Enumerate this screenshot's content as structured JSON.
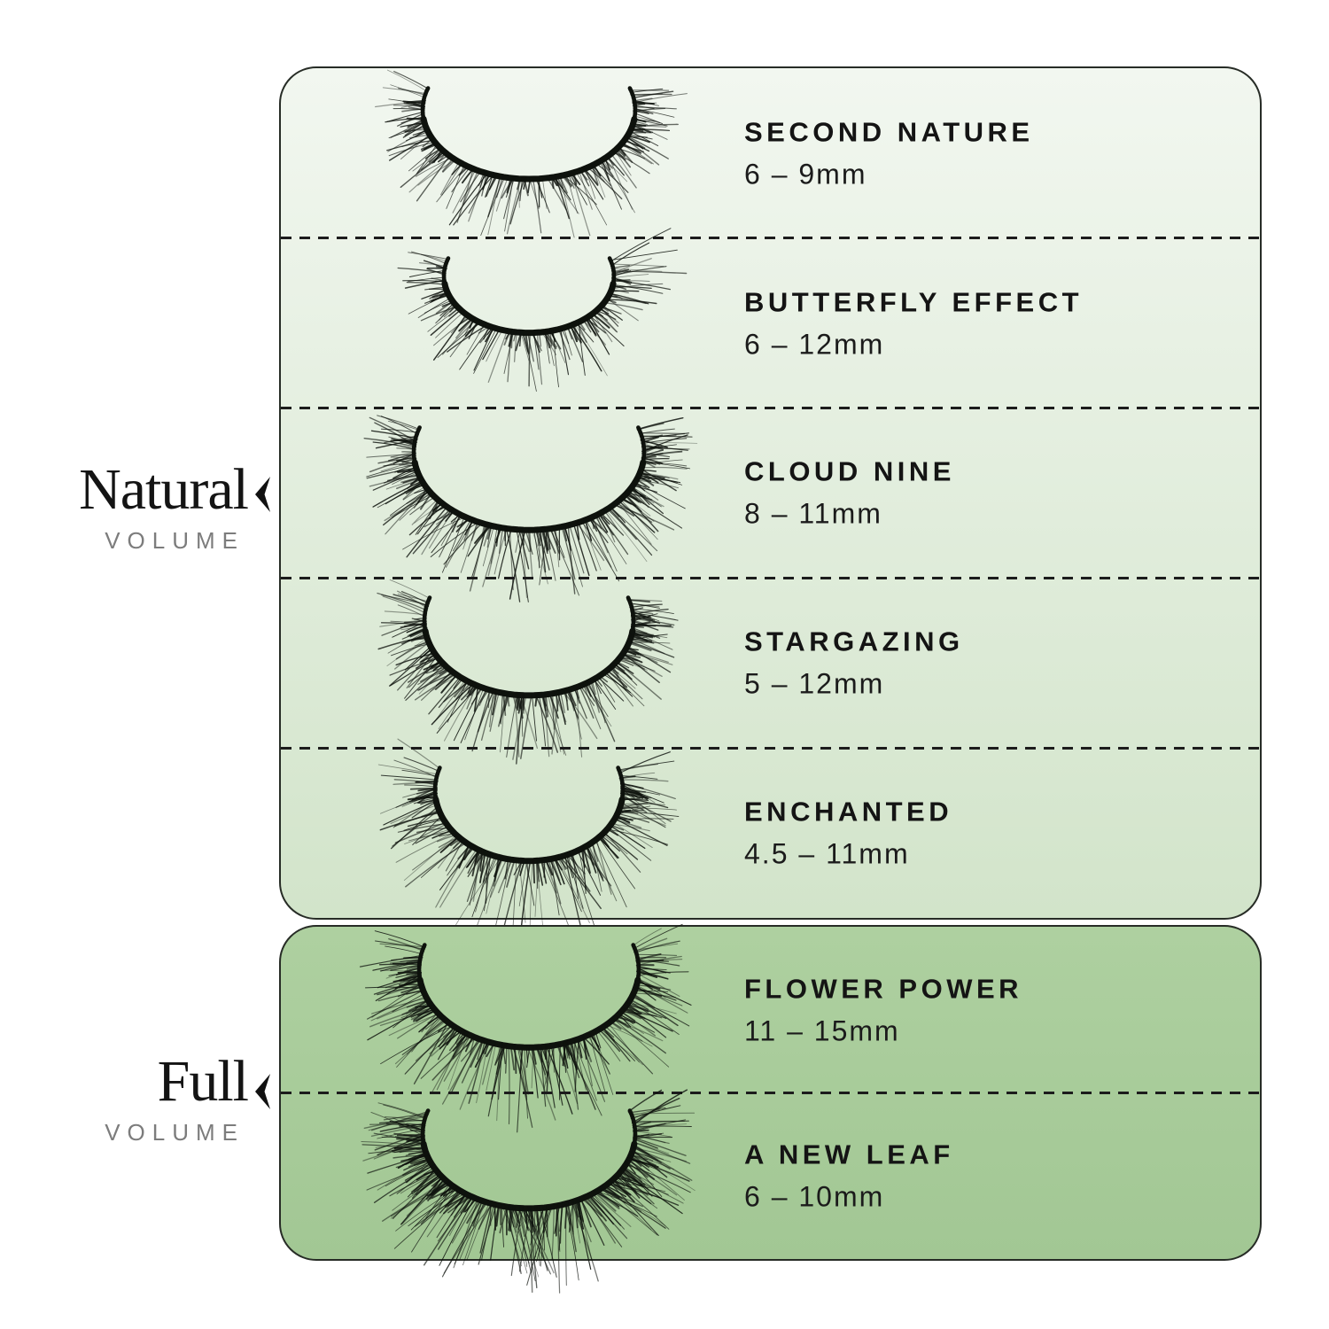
{
  "natural_group": {
    "label": "Natural",
    "sublabel": "VOLUME",
    "items": [
      {
        "name": "SECOND NATURE",
        "size": "6 – 9mm"
      },
      {
        "name": "BUTTERFLY EFFECT",
        "size": "6 – 12mm"
      },
      {
        "name": "CLOUD NINE",
        "size": "8 – 11mm"
      },
      {
        "name": "STARGAZING",
        "size": "5 – 12mm"
      },
      {
        "name": "ENCHANTED",
        "size": "4.5 – 11mm"
      }
    ]
  },
  "full_group": {
    "label": "Full",
    "sublabel": "VOLUME",
    "items": [
      {
        "name": "FLOWER POWER",
        "size": "11 – 15mm"
      },
      {
        "name": "A NEW LEAF",
        "size": "6 – 10mm"
      }
    ]
  },
  "colors": {
    "background": "#ffffff",
    "panel_natural_top": "#f2f7f0",
    "panel_natural_bottom": "#d2e4ca",
    "panel_full_top": "#aed0a0",
    "panel_full_bottom": "#a2c794",
    "outline": "#272c26",
    "dash": "#1c1c1c",
    "text_primary": "#141414",
    "text_secondary": "#1b1b1b",
    "volume_gray": "#7c7c7c",
    "lash_ink": "#0e120d"
  }
}
